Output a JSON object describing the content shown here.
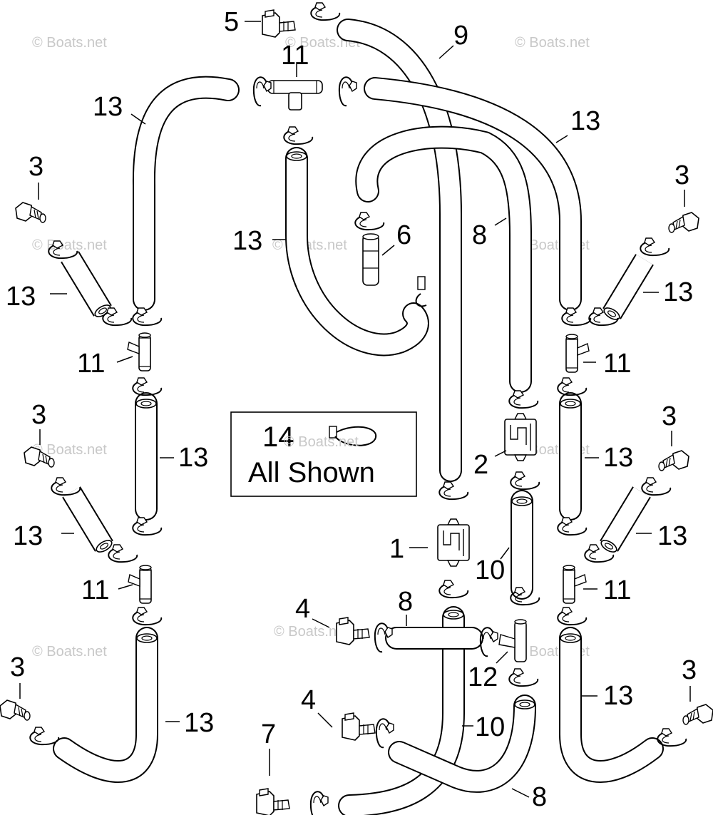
{
  "watermark_text": "© Boats.net",
  "callouts": {
    "c5": "5",
    "c11_top": "11",
    "c9": "9",
    "c13_top_left": "13",
    "c13_top_right": "13",
    "c3_upper_left": "3",
    "c3_upper_right": "3",
    "c13_center": "13",
    "c6": "6",
    "c8_center": "8",
    "c13_left_short1": "13",
    "c13_right_short1": "13",
    "c11_left1": "11",
    "c11_right1": "11",
    "c3_mid_left": "3",
    "c3_mid_right": "3",
    "c13_left_long1": "13",
    "c13_right_long1": "13",
    "c2": "2",
    "c13_left_short2": "13",
    "c13_right_short2": "13",
    "c1": "1",
    "c10_upper": "10",
    "c11_left2": "11",
    "c11_right2": "11",
    "c4_upper": "4",
    "c8_lower": "8",
    "c12": "12",
    "c3_lower_left": "3",
    "c3_lower_right": "3",
    "c13_left_bottom": "13",
    "c13_right_bottom": "13",
    "c4_lower": "4",
    "c10_lower": "10",
    "c7": "7",
    "c8_bottom": "8"
  },
  "note": {
    "number": "14",
    "text": "All Shown"
  }
}
